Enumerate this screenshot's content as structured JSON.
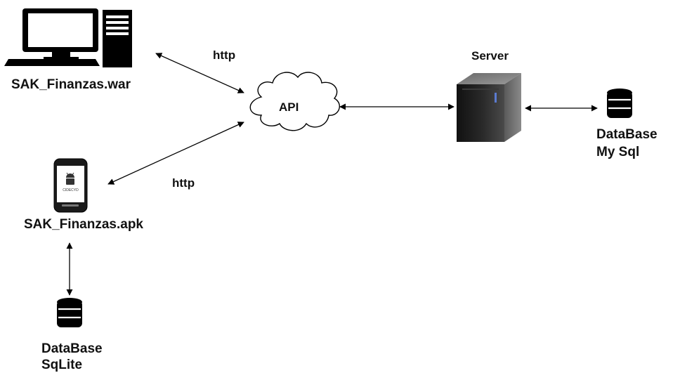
{
  "nodes": {
    "pc_label": "SAK_Finanzas.war",
    "phone_label": "SAK_Finanzas.apk",
    "phone_screen_text": "CIDECYD",
    "api_label": "API",
    "server_label": "Server",
    "db_mysql_line1": "DataBase",
    "db_mysql_line2": "My Sql",
    "db_sqlite_line1": "DataBase",
    "db_sqlite_line2": "SqLite"
  },
  "edges": {
    "http_top": "http",
    "http_bottom": "http"
  },
  "colors": {
    "stroke": "#000000",
    "text": "#111111",
    "background": "#ffffff",
    "server_dark": "#1e1e1e",
    "server_light": "#5a5a5a"
  },
  "icons": [
    "desktop-pc-icon",
    "smartphone-icon",
    "cloud-icon",
    "server-icon",
    "database-icon"
  ]
}
